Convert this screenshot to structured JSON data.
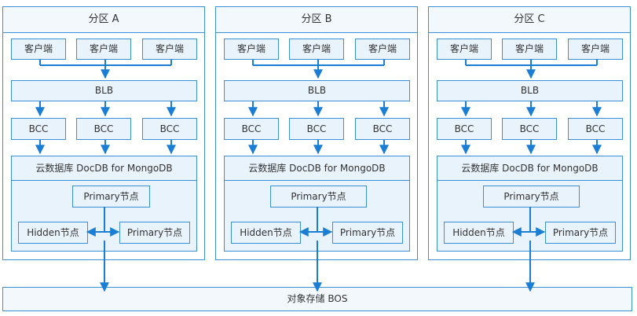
{
  "zones": [
    {
      "title": "分区 A",
      "clients": [
        "客户端",
        "客户端",
        "客户端"
      ],
      "blb": "BLB",
      "bccs": [
        "BCC",
        "BCC",
        "BCC"
      ],
      "db_title": "云数据库 DocDB for MongoDB",
      "primary": "Primary节点",
      "hidden": "Hidden节点",
      "secondary_primary": "Primary节点"
    },
    {
      "title": "分区 B",
      "clients": [
        "客户端",
        "客户端",
        "客户端"
      ],
      "blb": "BLB",
      "bccs": [
        "BCC",
        "BCC",
        "BCC"
      ],
      "db_title": "云数据库 DocDB for MongoDB",
      "primary": "Primary节点",
      "hidden": "Hidden节点",
      "secondary_primary": "Primary节点"
    },
    {
      "title": "分区 C",
      "clients": [
        "客户端",
        "客户端",
        "客户端"
      ],
      "blb": "BLB",
      "bccs": [
        "BCC",
        "BCC",
        "BCC"
      ],
      "db_title": "云数据库 DocDB for MongoDB",
      "primary": "Primary节点",
      "hidden": "Hidden节点",
      "secondary_primary": "Primary节点"
    }
  ],
  "storage": "对象存储 BOS",
  "colors": {
    "line": "#1a7fd4",
    "border": "#3a8fd6",
    "fill": "#e9f3fc"
  }
}
